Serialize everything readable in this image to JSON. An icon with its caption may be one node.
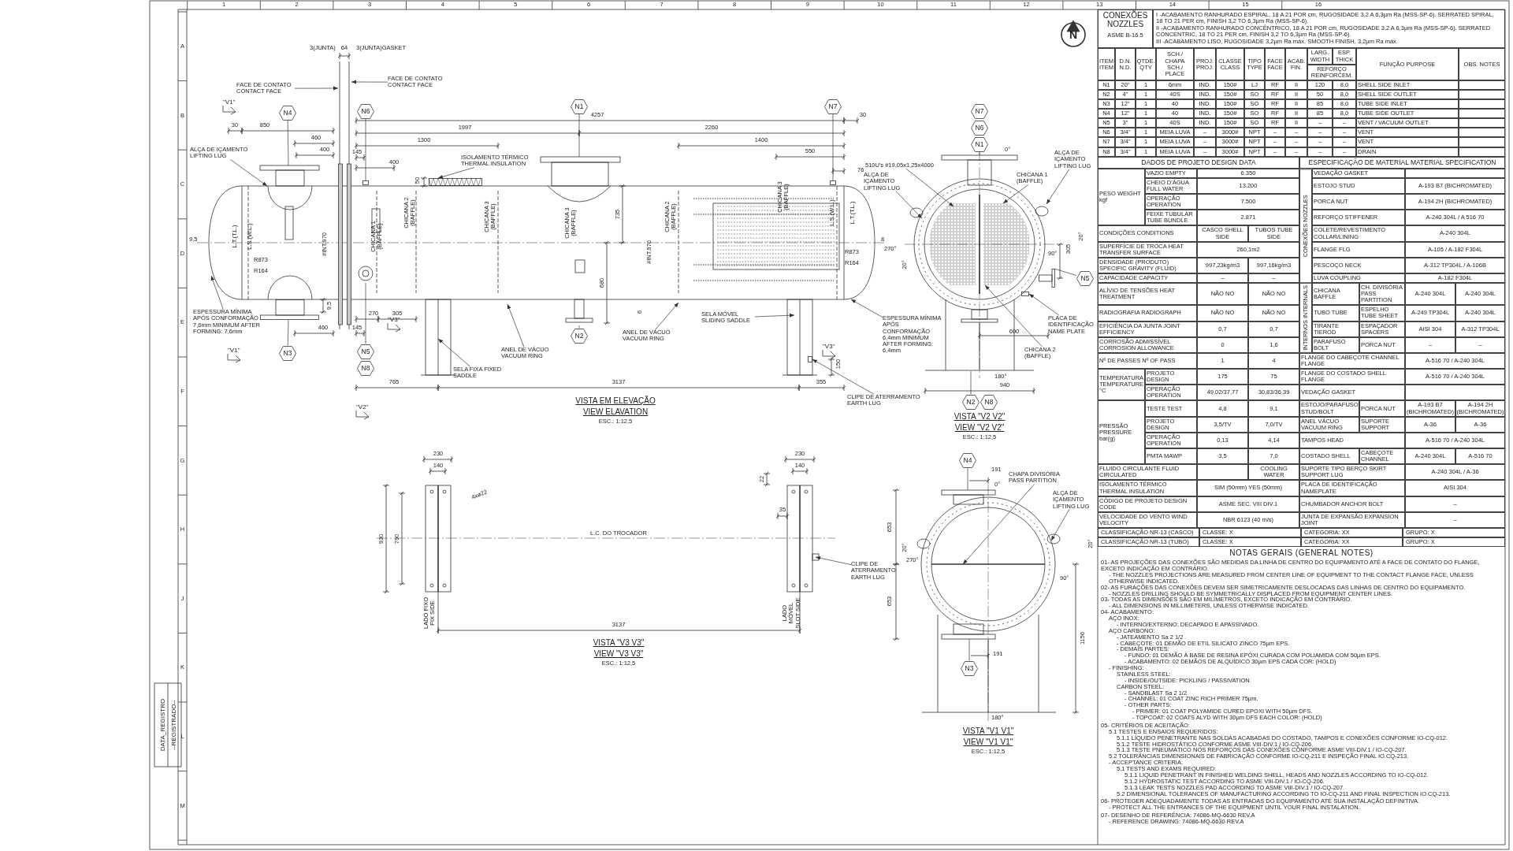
{
  "diagram": {
    "nodes": [
      {
        "text": [
          "FACE DE CONTATO CONTACT FACE"
        ]
      },
      {
        "text": [
          "FACE DE CONTATO CONTACT FACE"
        ]
      },
      {
        "text": [
          "ALÇA DE IÇAMENTO LIFTING LUG"
        ]
      },
      {
        "text": [
          "ISOLAMENTO TÉRMICO THERMAL INSULATION"
        ]
      },
      {
        "text": [
          "ESPESSURA MÍNIMA APÓS CONFORMAÇÃO 7,6mm MINIMUM AFTER FORMING: 7,6mm"
        ]
      },
      {
        "text": [
          "ANEL DE VÁCUO VACUUM RING"
        ]
      },
      {
        "text": [
          "SELA FIXA FIXED SADDLE"
        ]
      },
      {
        "text": [
          "ANEL DE VÁCUO VACUUM RING"
        ]
      },
      {
        "text": [
          "SELA MÓVEL SLIDING SADDLE"
        ]
      },
      {
        "text": [
          "CLIPE DE ATERRAMENTO EARTH LUG"
        ]
      },
      {
        "text": [
          "ESPESSURA MÍNIMA APÓS CONFORMAÇÃO 6,4mm MINIMUM AFTER FORMING: 6,4mm"
        ]
      },
      {
        "text": [
          "510U's #19,05x1,25x4000"
        ]
      },
      {
        "text": [
          "ALÇA DE IÇAMENTO LIFTING LUG"
        ]
      },
      {
        "text": [
          "CHICANA 1 (BAFFLE)"
        ]
      },
      {
        "text": [
          "ALÇA DE IÇAMENTO LIFTING LUG"
        ]
      },
      {
        "text": [
          "PLACA DE IDENTIFICAÇÃO NAME PLATE"
        ]
      },
      {
        "text": [
          "CHICANA 2 (BAFFLE)"
        ]
      },
      {
        "text": [
          "CLIPE DE ATERRAMENTO EARTH LUG"
        ]
      },
      {
        "text": [
          "CHAPA DIVISÓRIA PASS PARTITION"
        ]
      },
      {
        "text": [
          "ALÇA DE IÇAMENTO LIFTING LUG"
        ]
      },
      {
        "text": [
          "N4"
        ]
      },
      {
        "text": [
          "N6"
        ]
      },
      {
        "text": [
          "N1"
        ]
      },
      {
        "text": [
          "N7"
        ]
      },
      {
        "text": [
          "N3"
        ]
      },
      {
        "text": [
          "N5"
        ]
      },
      {
        "text": [
          "N8"
        ]
      },
      {
        "text": [
          "N2"
        ]
      },
      {
        "text": [
          "N7"
        ]
      },
      {
        "text": [
          "N6"
        ]
      },
      {
        "text": [
          "N1"
        ]
      },
      {
        "text": [
          "N5"
        ]
      },
      {
        "text": [
          "N2"
        ]
      },
      {
        "text": [
          "N8"
        ]
      },
      {
        "text": [
          "N4"
        ]
      },
      {
        "text": [
          "N3"
        ]
      },
      {
        "text": [],
        "shape": "bar"
      },
      {
        "text": [],
        "shape": "box"
      },
      {
        "text": [],
        "shape": "box"
      },
      {
        "text": [],
        "shape": "box"
      },
      {
        "text": [],
        "shape": "box"
      },
      {
        "text": [],
        "shape": "box"
      },
      {
        "text": [],
        "shape": "circle"
      },
      {
        "text": [],
        "shape": "box"
      },
      {
        "text": [],
        "shape": "box"
      },
      {
        "text": [],
        "shape": "circle"
      }
    ],
    "edges": [
      {
        "from": 0,
        "to": 36,
        "arrow": "to"
      },
      {
        "from": 1,
        "to": 36,
        "arrow": "to"
      },
      {
        "from": 2,
        "to": null,
        "arrow": "to"
      },
      {
        "from": 3,
        "to": 37,
        "arrow": "to"
      },
      {
        "from": 4,
        "to": null,
        "arrow": "to"
      },
      {
        "from": 5,
        "to": null,
        "arrow": "to"
      },
      {
        "from": 6,
        "to": null,
        "arrow": "to"
      },
      {
        "from": 7,
        "to": null,
        "arrow": "to"
      },
      {
        "from": 8,
        "to": null,
        "arrow": "to"
      },
      {
        "from": 9,
        "to": 38,
        "arrow": "to"
      },
      {
        "from": 10,
        "to": null,
        "arrow": "to"
      },
      {
        "from": 11,
        "to": null,
        "arrow": "to"
      },
      {
        "from": 12,
        "to": null,
        "arrow": "to"
      },
      {
        "from": 13,
        "to": null,
        "arrow": "to"
      },
      {
        "from": 14,
        "to": 45,
        "arrow": "to"
      },
      {
        "from": 15,
        "to": 44,
        "arrow": "to"
      },
      {
        "from": 16,
        "to": null,
        "arrow": "to"
      },
      {
        "from": 17,
        "to": null,
        "arrow": "to"
      },
      {
        "from": 18,
        "to": null,
        "arrow": "to"
      },
      {
        "from": 19,
        "to": null,
        "arrow": "to"
      },
      {
        "from": 20,
        "to": null,
        "arrow": "none"
      },
      {
        "from": 21,
        "to": 39,
        "arrow": "none"
      },
      {
        "from": 22,
        "to": null,
        "arrow": "none"
      },
      {
        "from": 23,
        "to": 40,
        "arrow": "none"
      },
      {
        "from": 24,
        "to": 41,
        "arrow": "none"
      },
      {
        "from": 25,
        "to": 42,
        "arrow": "none"
      },
      {
        "from": 27,
        "to": null,
        "arrow": "none"
      },
      {
        "from": 30,
        "to": null,
        "arrow": "none"
      },
      {
        "from": 31,
        "to": 43,
        "arrow": "none"
      },
      {
        "from": 32,
        "to": null,
        "arrow": "none"
      },
      {
        "from": 34,
        "to": null,
        "arrow": "none"
      },
      {
        "from": 35,
        "to": null,
        "arrow": "none"
      }
    ],
    "labels": [
      "1",
      "2",
      "3",
      "4",
      "5",
      "6",
      "7",
      "8",
      "9",
      "10",
      "11",
      "12",
      "13",
      "14",
      "15",
      "16",
      "A",
      "B",
      "C",
      "D",
      "E",
      "F",
      "G",
      "H",
      "J",
      "K",
      "L",
      "M",
      "3(JUNTA)",
      "64",
      "3(JUNTA)GASKET",
      "\"V1\"",
      "30",
      "850",
      "460",
      "400",
      "145",
      "400",
      "1300",
      "1997",
      "4257",
      "2260",
      "1400",
      "550",
      "76",
      "30",
      "50",
      "L.T.(T.L.)",
      "L.S.(W.L.)",
      "CHICANA 1 (BAFFLE)",
      "CHICANA 2 (BAFFLE)",
      "CHICANA 3 (BAFFLE)",
      "CHICANA 3 (BAFFLE)",
      "CHICANA 2 (BAFFLE)",
      "CHICANA 3 (BAFFLE)",
      "735",
      "#INT.970",
      "#INT.970",
      "680",
      "6",
      "L.S.(W.L.)",
      "L.T.(T.L.)",
      "R873",
      "R164",
      "9,5",
      "9,5",
      "R873",
      "R164",
      "8",
      "270",
      "305",
      "460",
      "145",
      "\"V1\"",
      "\"V3\"",
      "\"V3\"",
      "150",
      "765",
      "3137",
      "355",
      "\"V2\"",
      "VISTA EM ELEVAÇÃO",
      "VIEW ELAVATION",
      "ESC.: 1:12,5",
      "0°",
      "20°",
      "270°",
      "20°",
      "90°",
      "305",
      "600",
      "180°",
      "940",
      "VISTA \"V2 V2\"",
      "VIEW \"V2 V2\"",
      "ESC.: 1:12,5",
      "230",
      "140",
      "4xø22",
      "930",
      "790",
      "L.C. DO TROCADOR",
      "LADO FIXO FIX SIDE",
      "3137",
      "VISTA \"V3 V3\"",
      "VIEW \"V3 V3\"",
      "ESC.: 1:12,5",
      "230",
      "140",
      "22",
      "35",
      "LADO MÓVEL SLOT SIDE",
      "191",
      "0°",
      "653",
      "20°",
      "270°",
      "20°",
      "90°",
      "653",
      "191",
      "1156",
      "180°",
      "VISTA \"V1 V1\"",
      "VIEW \"V1 V1\"",
      "ESC.: 1:12,5",
      "N",
      "DATA_REGISTRO",
      "--REGISTRADO--",
      "CONEXÕES NOZZLES",
      "ASME B-16.5",
      "I -ACABAMENTO RANHURADO ESPIRAL, 18 A 21 POR cm, RUGOSIDADE 3,2 A 6,3µm Ra (MSS-SP-6). SERRATED SPIRAL, 18 TO 21 PER cm, FINISH 3,2 TO 6,3µm Ra (MSS-SP-6).",
      "II -ACABAMENTO RANHURADO CONCÊNTRICO, 18 A 21 POR cm, RUGOSIDADE 3,2 A 6,3µm Ra (MSS-SP-6). SERRATED CONCENTRIC, 18 TO 21 PER cm, FINISH 3,2 TO 6,3µm Ra (MSS-SP-6).",
      "III -ACABAMENTO LISO, RUGOSIDADE 3,2µm Ra máx. SMOOTH FINISH, 3,2µm Ra máx.",
      "ITEM ITEM",
      "D.N. N.D.",
      "QTDE. QTY",
      "SCH./ CHAPA SCH./ PLACE",
      "PROJ. PROJ.",
      "CLASSE CLASS",
      "TIPO TYPE",
      "FACE FACE",
      "ACAB. FIN.",
      "LARG. WIDTH",
      "ESP. THICK",
      "REFORÇO REINFORCEM.",
      "FUNÇÃO PURPOSE",
      "OBS. NOTES",
      "N1",
      "20\"",
      "1",
      "6mm",
      "IND.",
      "150#",
      "LJ",
      "RF",
      "II",
      "120",
      "8,0",
      "SHELL SIDE INLET",
      "N2",
      "4\"",
      "1",
      "40S",
      "IND.",
      "150#",
      "SO",
      "RF",
      "II",
      "50",
      "8,0",
      "SHELL SIDE OUTLET",
      "N3",
      "12\"",
      "1",
      "40",
      "IND.",
      "150#",
      "SO",
      "RF",
      "II",
      "85",
      "8,0",
      "TUBE SIDE INLET",
      "N4",
      "12\"",
      "1",
      "40",
      "IND.",
      "150#",
      "SO",
      "RF",
      "II",
      "85",
      "8,0",
      "TUBE SIDE OUTLET",
      "N5",
      "3\"",
      "1",
      "40S",
      "IND.",
      "150#",
      "SO",
      "RF",
      "II",
      "–",
      "–",
      "VENT / VACUUM OUTLET",
      "N6",
      "3/4\"",
      "1",
      "MEIA LUVA",
      "–",
      "3000#",
      "NPT",
      "–",
      "–",
      "–",
      "–",
      "VENT",
      "N7",
      "3/4\"",
      "1",
      "MEIA LUVA",
      "–",
      "3000#",
      "NPT",
      "–",
      "–",
      "–",
      "–",
      "VENT",
      "N8",
      "3/4\"",
      "1",
      "MEIA LUVA",
      "–",
      "3000#",
      "NPT",
      "–",
      "–",
      "–",
      "–",
      "DRAIN",
      "DADOS DE PROJETO DESIGN DATA",
      "ESPECIFICAÇÃO DE MATERIAL MATERIAL SPECIFICATION",
      "PESO WEIGHT kgf",
      "VAZIO EMPTY",
      "6.350",
      "CHEIO D'ÁGUA FULL WATER",
      "13.200",
      "OPERAÇÃO OPERATION",
      "7.500",
      "FEIXE TUBULAR TUBE BUNDLE",
      "2.871",
      "CONDIÇÕES CONDITIONS",
      "CASCO SHELL SIDE",
      "TUBOS TUBE SIDE",
      "SUPERFÍCIE DE TROCA HEAT TRANSFER SURFACE",
      "260,1m2",
      "DENSIDADE (PRODUTO) SPECIFIC GRAVITY (FLUID)",
      "997,23kg/m3",
      "997,16kg/m3",
      "CAPACIDADE CAPACITY",
      "–",
      "–",
      "ALÍVIO DE TENSÕES HEAT TREATMENT",
      "NÃO NO",
      "NÃO NO",
      "RADIOGRAFIA RADIOGRAPH",
      "NÃO NO",
      "NÃO NO",
      "EFICIÊNCIA DA JUNTA JOINT EFFICIENCY",
      "0,7",
      "0,7",
      "CORROSÃO ADMISSÍVEL CORROSION ALLOWANCE",
      "0",
      "1,6",
      "Nº DE PASSES Nº OF PASS",
      "1",
      "4",
      "TEMPERATURA TEMPERATURE °C",
      "PROJETO DESIGN",
      "175",
      "75",
      "OPERAÇÃO OPERATION",
      "49,02/37,77",
      "30,83/36,39",
      "PRESSÃO PRESSURE bar(g)",
      "TESTE TEST",
      "4,8",
      "9,1",
      "PROJETO DESIGN",
      "3,5/TV",
      "7,0/TV",
      "OPERAÇÃO OPERATION",
      "0,13",
      "4,14",
      "PMTA MAWP",
      "3,5",
      "7,0",
      "FLUIDO CIRCULANTE FLUID CIRCULATED",
      "COOLING WATER",
      "ISOLAMENTO TÉRMICO THERMAL INSULATION",
      "SIM (50mm) YES (50mm)",
      "CÓDIGO DE PROJETO DESIGN CODE",
      "ASME SEC. VIII DIV.1",
      "VELOCIDADE DO VENTO WIND VELOCITY",
      "NBR 6123 (40 m/s)",
      "CONEXÕES NOZZLES",
      "VEDAÇÃO GASKET",
      "ESTOJO STUD",
      "A-193 B7 (BICHROMATED)",
      "PORCA NUT",
      "A-194 2H (BICHROMATED)",
      "REFORÇO STIFFENER",
      "A-240 304L / A 516 70",
      "COLETE/REVESTIMENTO COLLAR/LINING",
      "A-240 304L",
      "FLANGE FLG",
      "A-105 / A-182 F304L",
      "PESCOÇO NECK",
      "A-312 TP304L / A-106B",
      "LUVA COUPLING",
      "A-182 F304L",
      "INTERNOS INTERNALS",
      "CHICANA BAFFLE",
      "CH. DIVISÓRIA PASS PARTITION",
      "A-240 304L",
      "A-240 304L",
      "TUBO TUBE",
      "ESPELHO TUBE SHEET",
      "A-249 TP304L",
      "A-240 304L",
      "TIRANTE TIEROD",
      "ESPAÇADOR SPACERS",
      "AISI 304",
      "A-312 TP304L",
      "PARAFUSO BOLT",
      "PORCA NUT",
      "–",
      "–",
      "FLANGE DO CABEÇOTE CHANNEL FLANGE",
      "A-516 70 / A-240 304L",
      "FLANGE DO COSTADO SHELL FLANGE",
      "A-516 70 / A-240 304L",
      "VEDAÇÃO GASKET",
      "ESTOJO/PARAFUSO STUD/BOLT",
      "PORCA NUT",
      "A-193 B7 (BICHROMATED)",
      "A-194 2H (BICHROMATED)",
      "ANEL VÁCUO VACUUM RING",
      "SUPORTE SUPPORT",
      "A-36",
      "A-36",
      "TAMPOS HEAD",
      "A-516 70 / A-240 304L",
      "COSTADO SHELL",
      "CABEÇOTE CHANNEL",
      "A-240 304L",
      "A-516 70",
      "SUPORTE TIPO BERÇO SKIRT SUPPORT LUG",
      "A-240 304L / A-36",
      "PLACA DE IDENTIFICAÇÃO NAMEPLATE",
      "AISI 304",
      "CHUMBADOR ANCHOR BOLT",
      "–",
      "JUNTA DE EXPANSÃO EXPANSION JOINT",
      "–",
      "CLASSIFICAÇÃO NR-13 (CASCO)",
      "CLASSE: X",
      "CATEGORIA: XX",
      "GRUPO: X",
      "CLASSIFICAÇÃO NR-13 (TUBO)",
      "CLASSE: X",
      "CATEGORIA: XX",
      "GRUPO: X",
      "NOTAS GERAIS (GENERAL NOTES)",
      "01- AS PROJEÇÕES DAS CONEXÕES SÃO MEDIDAS DA LINHA DE CENTRO DO EQUIPAMENTO ATÉ A FACE DE CONTATO DO FLANGE, EXCETO INDICAÇÃO EM CONTRÁRIO.",
      "- THE NOZZLES PROJECTIONS ARE MEASURED FROM CENTER LINE OF EQUIPMENT TO THE CONTACT FLANGE FACE, UNLESS OTHERWISE INDICATED.",
      "02- AS FURAÇÕES DAS CONEXÕES DEVEM SER SIMETRICAMENTE DESLOCADAS DAS LINHAS DE CENTRO DO EQUIPAMENTO.",
      "- NOZZLES DRILLING SHOULD BE SYMMETRICALLY DISPLACED FROM EQUIPMENT CENTER LINES.",
      "03- TODAS AS DIMENSÕES SÃO EM MILÍMETROS, EXCETO INDICAÇÃO EM CONTRÁRIO.",
      "- ALL DIMENSIONS IN MILLIMETERS, UNLESS OTHERWISE INDICATED.",
      "04- ACABAMENTO:",
      "AÇO INOX:",
      "- INTERNO/EXTERNO: DECAPADO E APASSIVADO.",
      "AÇO CARBONO:",
      "- JATEAMENTO Sa 2 1/2",
      "- CABEÇOTE: 01 DEMÃO DE ETIL SILICATO ZINCO 75µm EPS.",
      "- DEMAIS PARTES:",
      "- FUNDO: 01 DEMÃO À BASE DE RESINA EPÓXI CURADA COM POLIAMIDA COM 50µm EPS.",
      "- ACABAMENTO: 02 DEMÃOS DE ALQUÍDICO 30µm EPS CADA COR: (HOLD)",
      "- FINISHING:",
      "STAINLESS STEEL:",
      "- INSIDE/OUTSIDE: PICKLING / PASSIVATION",
      "CARBON STEEL:",
      "- SANDBLAST Sa 2 1/2",
      "- CHANNEL: 01 COAT ZINC RICH PRIMER 75µm.",
      "- OTHER PARTS:",
      "- PRIMER: 01 COAT POLYAMIDE CURED EPOXI WITH 50µm DFS.",
      "- TOPCOAT: 02 COATS ALYD WITH 30µm DFS EACH COLOR: (HOLD)",
      "05- CRITÉRIOS DE ACEITAÇÃO:",
      "5.1 TESTES E ENSAIOS REQUERIDOS:",
      "5.1.1 LÍQUIDO PENETRANTE NAS SOLDAS ACABADAS DO COSTADO, TAMPOS E CONEXÕES CONFORME IO-CQ-012.",
      "5.1.2 TESTE HIDROSTÁTICO CONFORME ASME VIII-DIV.1 / IO-CQ-206.",
      "5.1.3 TESTE PNEUMÁTICO NOS REFORÇOS DAS CONEXÕES CONFORME ASME VIII-DIV.1 / IO-CQ-207.",
      "5.2 TOLERÂNCIAS DIMENSIONAIS DE FABRICAÇÃO CONFORME IO-CQ-211 E INSPEÇÃO FINAL IO.CQ-213.",
      "- ACCEPTANCE CRITERIA:",
      "5.1 TESTS AND EXAMS REQUIRED:",
      "5.1.1 LIQUID PENETRANT IN FINISHED WELDING SHELL, HEADS AND NOZZLES ACCORDING TO IO-CQ-012.",
      "5.1.2 HYDROSTATIC TEST ACCORDING TO ASME VIII-DIV.1 / IO-CQ-206.",
      "5.1.3 LEAK TESTS NOZZLES PAD ACCORDING TO ASME VIII-DIV.1 / IO-CQ-207.",
      "5.2 DIMENSIONAL TOLERANCES OF MANUFACTURING ACCORDING TO IO-CQ-211 AND FINAL INSPECTION IO.CQ-213.",
      "06- PROTEGER ADEQUADAMENTE TODAS AS ENTRADAS DO EQUIPAMENTO ATÉ SUA INSTALAÇÃO DEFINITIVA.",
      "- PROTECT ALL THE ENTRANCES OF THE EQUIPMENT UNTIL YOUR FINAL INSTALATION.",
      "07- DESENHO DE REFERÊNCIA: 74086-MQ-6630 REV.A",
      "- REFERENCE DRAWING: 74086-MQ-6630 REV.A"
    ]
  }
}
